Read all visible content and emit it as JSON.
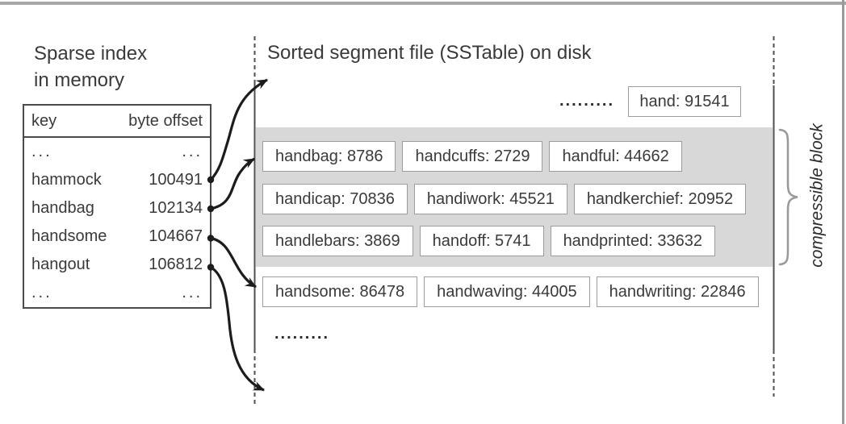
{
  "colors": {
    "block_fill": "#d8d8d8",
    "box_border": "#9c9c9c",
    "guide_line": "#4f4f4f",
    "arrow": "#1c1c1c",
    "text": "#3a3a3a",
    "frame": "#a6a6a6"
  },
  "left_panel": {
    "title_line1": "Sparse index",
    "title_line2": "in memory",
    "table": {
      "header_key": "key",
      "header_offset": "byte offset",
      "rows": [
        {
          "key": "...",
          "offset": "..."
        },
        {
          "key": "hammock",
          "offset": "100491"
        },
        {
          "key": "handbag",
          "offset": "102134"
        },
        {
          "key": "handsome",
          "offset": "104667"
        },
        {
          "key": "hangout",
          "offset": "106812"
        },
        {
          "key": "...",
          "offset": "..."
        }
      ]
    }
  },
  "sstable": {
    "title": "Sorted segment file (SSTable) on disk",
    "top_ellipsis": ".........",
    "top_entry": "hand: 91541",
    "block_rows": [
      [
        "handbag: 8786",
        "handcuffs: 2729",
        "handful: 44662"
      ],
      [
        "handicap: 70836",
        "handiwork: 45521",
        "handkerchief: 20952"
      ],
      [
        "handlebars: 3869",
        "handoff: 5741",
        "handprinted: 33632"
      ]
    ],
    "after_block_row": [
      "handsome: 86478",
      "handwaving: 44005",
      "handwriting: 22846"
    ],
    "bottom_ellipsis": ".........",
    "compressible_label": "compressible block"
  }
}
